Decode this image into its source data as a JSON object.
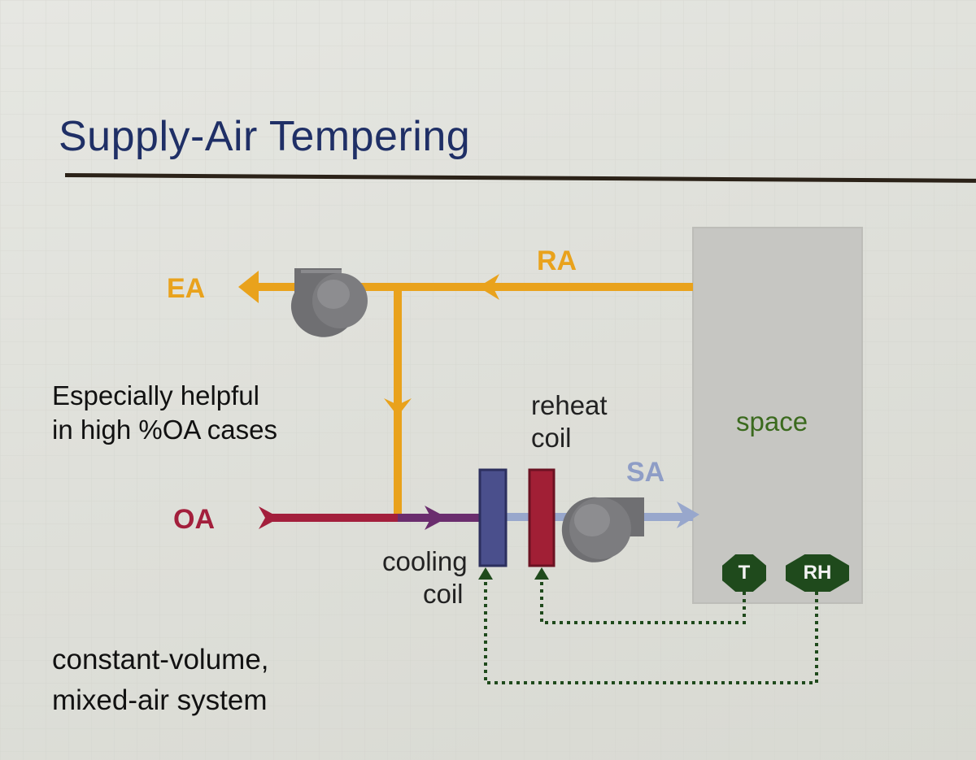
{
  "title": "Supply-Air Tempering",
  "note_lines": [
    "Especially helpful",
    "in high %OA cases"
  ],
  "system_lines": [
    "constant-volume,",
    "mixed-air system"
  ],
  "streams": {
    "ea": "EA",
    "ra": "RA",
    "oa": "OA",
    "sa": "SA"
  },
  "coils": {
    "reheat": [
      "reheat",
      "coil"
    ],
    "cooling": [
      "cooling",
      "coil"
    ]
  },
  "space_label": "space",
  "sensors": {
    "t": "T",
    "rh": "RH"
  },
  "colors": {
    "return_air": "#e9a21c",
    "outdoor_air": "#a31f3c",
    "mixed_air": "#6a2d6e",
    "supply_air": "#98a7cc",
    "cooling_coil": "#4a4f8c",
    "reheat_coil": "#a11f35",
    "sensor": "#1f4a1c",
    "space_text": "#3b6a1e",
    "title": "#1f2f66"
  },
  "icons": [
    "fan-icon",
    "arrow-icon"
  ]
}
